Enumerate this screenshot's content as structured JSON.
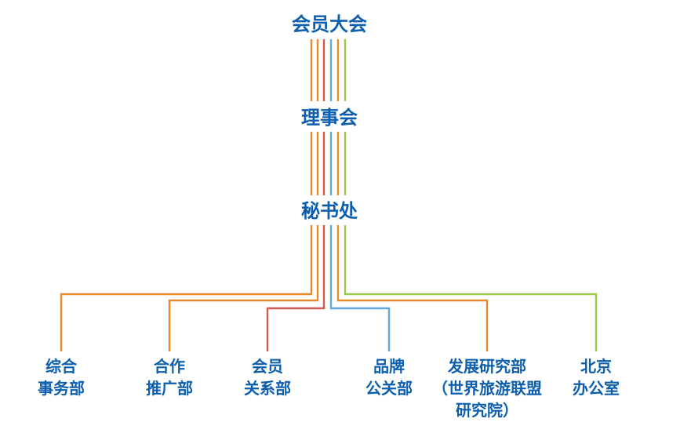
{
  "colors": {
    "text": "#0d5fae",
    "orange": "#e8892b",
    "red": "#cf5a56",
    "blue": "#62a8db",
    "green": "#9dc84b"
  },
  "hierarchy": [
    {
      "id": "general-assembly",
      "label": "会员大会"
    },
    {
      "id": "council",
      "label": "理事会"
    },
    {
      "id": "secretariat",
      "label": "秘书处"
    }
  ],
  "departments": [
    {
      "id": "general-affairs",
      "lines": [
        "综合",
        "事务部"
      ],
      "color": "orange"
    },
    {
      "id": "cooperation-promotion",
      "lines": [
        "合作",
        "推广部"
      ],
      "color": "orange"
    },
    {
      "id": "member-relations",
      "lines": [
        "会员",
        "关系部"
      ],
      "color": "red"
    },
    {
      "id": "brand-pr",
      "lines": [
        "品牌",
        "公关部"
      ],
      "color": "blue"
    },
    {
      "id": "development-research",
      "lines": [
        "发展研究部",
        "（世界旅游联盟",
        "研究院）"
      ],
      "color": "orange"
    },
    {
      "id": "beijing-office",
      "lines": [
        "北京",
        "办公室"
      ],
      "color": "green"
    }
  ]
}
